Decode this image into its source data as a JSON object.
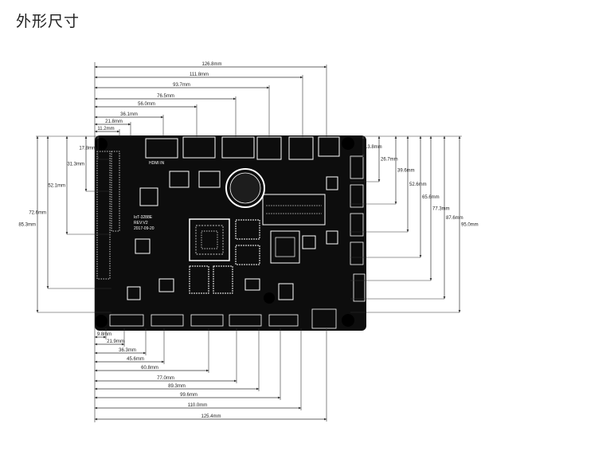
{
  "page": {
    "title": "外形尺寸"
  },
  "board": {
    "model": "IoT-3288E",
    "revision": "REV:V2",
    "date": "2017-09-20",
    "hdmi_label": "HDMI IN"
  },
  "dimensions": {
    "top": [
      "126.8mm",
      "111.8mm",
      "93.7mm",
      "76.5mm",
      "56.0mm",
      "36.1mm",
      "21.8mm",
      "11.2mm"
    ],
    "bottom": [
      "9.8mm",
      "21.9mm",
      "36.3mm",
      "45.6mm",
      "60.8mm",
      "77.0mm",
      "89.3mm",
      "99.6mm",
      "110.0mm",
      "125.4mm"
    ],
    "left": [
      "85.3mm",
      "72.6mm",
      "52.1mm",
      "31.3mm",
      "17.8mm"
    ],
    "right": [
      "13.8mm",
      "26.7mm",
      "39.6mm",
      "52.6mm",
      "65.6mm",
      "77.3mm",
      "87.6mm",
      "95.0mm"
    ]
  },
  "colors": {
    "board": "#0d0d0d",
    "dimension_line": "#333333",
    "silkscreen": "#ffffff"
  }
}
